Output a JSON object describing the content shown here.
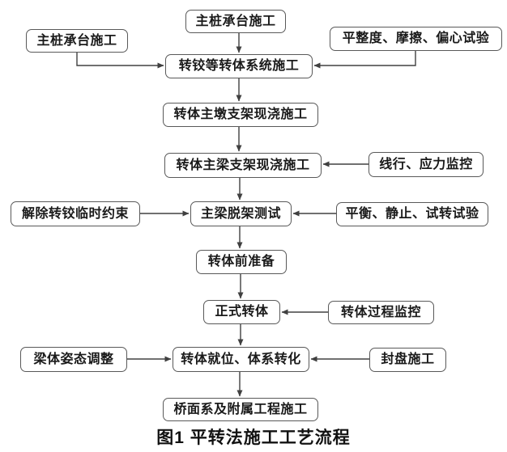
{
  "caption": "图1 平转法施工工艺流程",
  "colors": {
    "background": "#ffffff",
    "box_border": "#595959",
    "box_fill": "#ffffff",
    "text": "#1a1a1a",
    "arrow": "#404040"
  },
  "nodes": {
    "c1": {
      "label": "主桩承台施工"
    },
    "c2": {
      "label": "转铰等转体系统施工"
    },
    "c3": {
      "label": "转体主墩支架现浇施工"
    },
    "c4": {
      "label": "转体主梁支架现浇施工"
    },
    "c5": {
      "label": "主梁脱架测试"
    },
    "c6": {
      "label": "转体前准备"
    },
    "c7": {
      "label": "正式转体"
    },
    "c8": {
      "label": "转体就位、体系转化"
    },
    "c9": {
      "label": "桥面系及附属工程施工"
    },
    "l1": {
      "label": "主桩承台施工"
    },
    "l2": {
      "label": "解除转铰临时约束"
    },
    "l3": {
      "label": "梁体姿态调整"
    },
    "r1": {
      "label": "平整度、摩擦、偏心试验"
    },
    "r2": {
      "label": "线行、应力监控"
    },
    "r3": {
      "label": "平衡、静止、试转试验"
    },
    "r4": {
      "label": "转体过程监控"
    },
    "r5": {
      "label": "封盘施工"
    }
  },
  "edges": [
    {
      "from": "c1",
      "to": "c2"
    },
    {
      "from": "l1",
      "to": "c2"
    },
    {
      "from": "r1",
      "to": "c2"
    },
    {
      "from": "c2",
      "to": "c3"
    },
    {
      "from": "c3",
      "to": "c4"
    },
    {
      "from": "r2",
      "to": "c4"
    },
    {
      "from": "c4",
      "to": "c5"
    },
    {
      "from": "l2",
      "to": "c5"
    },
    {
      "from": "r3",
      "to": "c5"
    },
    {
      "from": "c5",
      "to": "c6"
    },
    {
      "from": "c6",
      "to": "c7"
    },
    {
      "from": "r4",
      "to": "c7"
    },
    {
      "from": "c7",
      "to": "c8"
    },
    {
      "from": "l3",
      "to": "c8"
    },
    {
      "from": "r5",
      "to": "c8"
    },
    {
      "from": "c8",
      "to": "c9"
    }
  ]
}
